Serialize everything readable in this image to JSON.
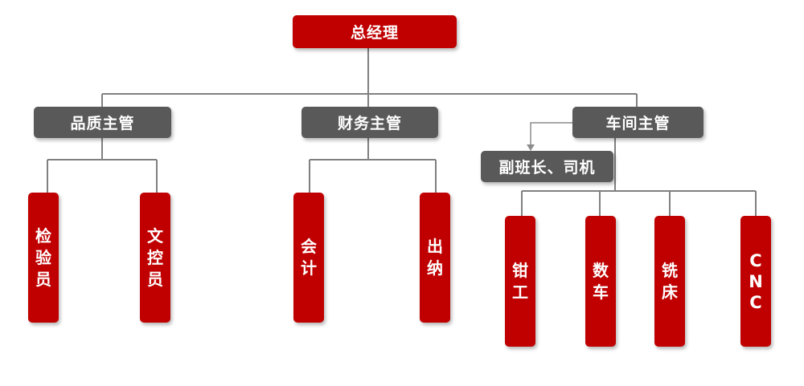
{
  "colors": {
    "red": "#c00000",
    "gray": "#595959",
    "line": "#808080"
  },
  "nodes": {
    "ceo": "总经理",
    "quality_manager": "品质主管",
    "finance_manager": "财务主管",
    "workshop_manager": "车间主管",
    "deputy_leader_driver": "副班长、司机",
    "inspector": "检验员",
    "document_controller": "文控员",
    "accountant": "会计",
    "cashier": "出纳",
    "fitter": "钳工",
    "cnc_lathe": "数车",
    "milling": "铣床",
    "cnc": "CNC"
  }
}
